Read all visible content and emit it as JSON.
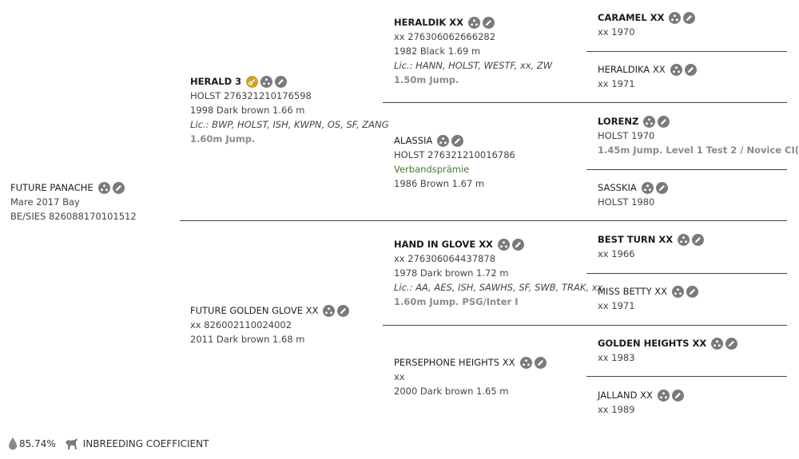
{
  "subject": {
    "name": "FUTURE PANACHE",
    "line1": "Mare 2017 Bay",
    "line2": "BE/SIES 826088170101512"
  },
  "sire": {
    "name": "HERALD 3",
    "line1": "HOLST 276321210176598",
    "line2": "1998 Dark brown 1.66 m",
    "lic": "Lic.: BWP, HOLST, ISH, KWPN, OS, SF, ZANG",
    "perf": "1.60m Jump."
  },
  "dam": {
    "name": "FUTURE GOLDEN GLOVE XX",
    "line1": "xx 826002110024002",
    "line2": "2011 Dark brown 1.68 m"
  },
  "ss": {
    "name": "HERALDIK XX",
    "line1": "xx 276306062666282",
    "line2": "1982 Black 1.69 m",
    "lic": "Lic.: HANN, HOLST, WESTF, xx, ZW",
    "perf": "1.50m Jump."
  },
  "sd": {
    "name": "ALASSIA",
    "line1": "HOLST 276321210016786",
    "award": "Verbandsprämie",
    "line2": "1986 Brown 1.67 m"
  },
  "ds": {
    "name": "HAND IN GLOVE XX",
    "line1": "xx 276306064437878",
    "line2": "1978 Dark brown 1.72 m",
    "lic": "Lic.: AA, AES, ISH, SAWHS, SF, SWB, TRAK, xx",
    "perf": "1.60m Jump. PSG/Inter I"
  },
  "dd": {
    "name": "PERSEPHONE HEIGHTS XX",
    "line1": "xx",
    "line2": "2000 Dark brown 1.65 m"
  },
  "sss": {
    "name": "CARAMEL XX",
    "line1": "xx 1970"
  },
  "ssd": {
    "name": "HERALDIKA XX",
    "line1": "xx 1971"
  },
  "sds": {
    "name": "LORENZ",
    "line1": "HOLST 1970",
    "perf": "1.45m Jump. Level 1 Test 2 / Novice CI("
  },
  "sdd": {
    "name": "SASSKIA",
    "line1": "HOLST 1980"
  },
  "dss": {
    "name": "BEST TURN XX",
    "line1": "xx 1966"
  },
  "dsd": {
    "name": "MISS BETTY XX",
    "line1": "xx 1971"
  },
  "dds": {
    "name": "GOLDEN HEIGHTS XX",
    "line1": "xx 1983"
  },
  "ddd": {
    "name": "JALLAND XX",
    "line1": "xx 1989"
  },
  "footer": {
    "percent": "85.74%",
    "label": "INBREEDING COEFFICIENT"
  },
  "icons": [
    "family-tree-icon",
    "edit-pencil-icon",
    "key-icon",
    "water-drop-icon",
    "horse-icon"
  ],
  "colors": {
    "icon": "#7a7a7a",
    "key_icon": "#c9a227",
    "award": "#3f7a2a",
    "performance": "#8a8a8a"
  }
}
